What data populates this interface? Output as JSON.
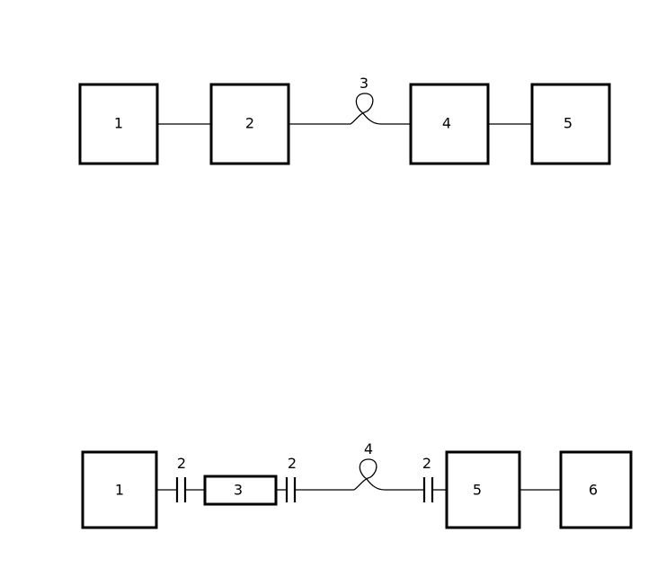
{
  "diagram_top": {
    "block_1": "1",
    "block_2": "2",
    "loop_label": "3",
    "block_4": "4",
    "block_5": "5"
  },
  "diagram_bottom": {
    "block_1": "1",
    "coupling_label_a": "2",
    "block_3": "3",
    "coupling_label_b": "2",
    "loop_label": "4",
    "coupling_label_c": "2",
    "block_5": "5",
    "block_6": "6"
  }
}
